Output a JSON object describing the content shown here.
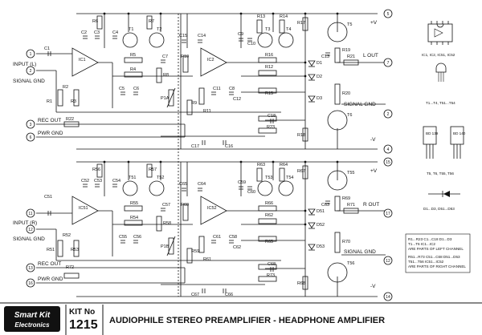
{
  "kit": {
    "logo_line1": "Smart Kit",
    "logo_line2": "Electronics",
    "kit_no_label": "KIT No",
    "kit_no": "1215",
    "title": "AUDIOPHILE STEREO PREAMPLIFIER - HEADPHONE AMPLIFIER"
  },
  "ports": {
    "left": [
      {
        "num": "1",
        "label": "INPUT (L)"
      },
      {
        "num": "2",
        "label": "SIGNAL GND"
      },
      {
        "num": "3",
        "label": "REC OUT"
      },
      {
        "num": "6",
        "label": "PWR GND"
      },
      {
        "num": "11",
        "label": "INPUT (R)"
      },
      {
        "num": "12",
        "label": "SIGNAL GND"
      },
      {
        "num": "13",
        "label": "REC OUT"
      },
      {
        "num": "16",
        "label": "PWR GND"
      }
    ],
    "right": [
      {
        "num": "5",
        "label": "+V"
      },
      {
        "num": "7",
        "label": "L OUT"
      },
      {
        "num": "2",
        "label": "SIGNAL GND"
      },
      {
        "num": "4",
        "label": "-V"
      },
      {
        "num": "15",
        "label": "+V"
      },
      {
        "num": "17",
        "label": "R OUT"
      },
      {
        "num": "12",
        "label": "SIGNAL GND"
      },
      {
        "num": "14",
        "label": "-V"
      }
    ]
  },
  "components": {
    "top": [
      "C1",
      "R1",
      "R2",
      "R3",
      "C2",
      "C3",
      "C4",
      "IC1",
      "R6",
      "R7",
      "T1",
      "T2",
      "R5",
      "R4",
      "R8",
      "C5",
      "C6",
      "C7",
      "R9",
      "P1A",
      "C15",
      "C14",
      "R10",
      "IC2",
      "C8",
      "C9",
      "C10",
      "C11",
      "C12",
      "R11",
      "R12",
      "R13",
      "R14",
      "T3",
      "T4",
      "R15",
      "R16",
      "D1",
      "D2",
      "D3",
      "R17",
      "T5",
      "C13",
      "R19",
      "R21",
      "R20",
      "R22",
      "C16",
      "C17",
      "C18",
      "R23",
      "T6",
      "R18"
    ],
    "bottom": [
      "C51",
      "R51",
      "R52",
      "R53",
      "C52",
      "C53",
      "C54",
      "IC51",
      "R56",
      "R57",
      "T51",
      "T52",
      "R55",
      "R54",
      "R58",
      "C55",
      "C56",
      "C57",
      "R59",
      "P1B",
      "C65",
      "C64",
      "R60",
      "IC52",
      "C58",
      "C59",
      "C60",
      "C61",
      "C62",
      "R61",
      "R62",
      "R63",
      "R64",
      "T53",
      "T54",
      "R65",
      "R66",
      "D51",
      "D52",
      "D53",
      "R67",
      "T55",
      "C63",
      "R69",
      "R71",
      "R70",
      "R72",
      "C66",
      "C67",
      "C68",
      "R73",
      "T56",
      "R68"
    ]
  },
  "legend": {
    "ic_label": "IC1, IC2, IC51, IC52",
    "small_transistors": "T1...T4, T51...T54",
    "power_t1": "BD 139",
    "power_t2": "BD 140",
    "power_label": "T5, T6, T55, T56",
    "diode_label": "D1...D3, D51...D53",
    "note_left": [
      "R1...R23   C1...C18   D1...D3",
      "T1...T6          IC1...IC2",
      "ARE PARTS OF LEFT CHANNEL"
    ],
    "note_right": [
      "R51...R73   C51...C68   D51...D53",
      "T51...T56    IC51...IC52",
      "ARE PARTS OF RIGHT CHANNEL"
    ]
  }
}
